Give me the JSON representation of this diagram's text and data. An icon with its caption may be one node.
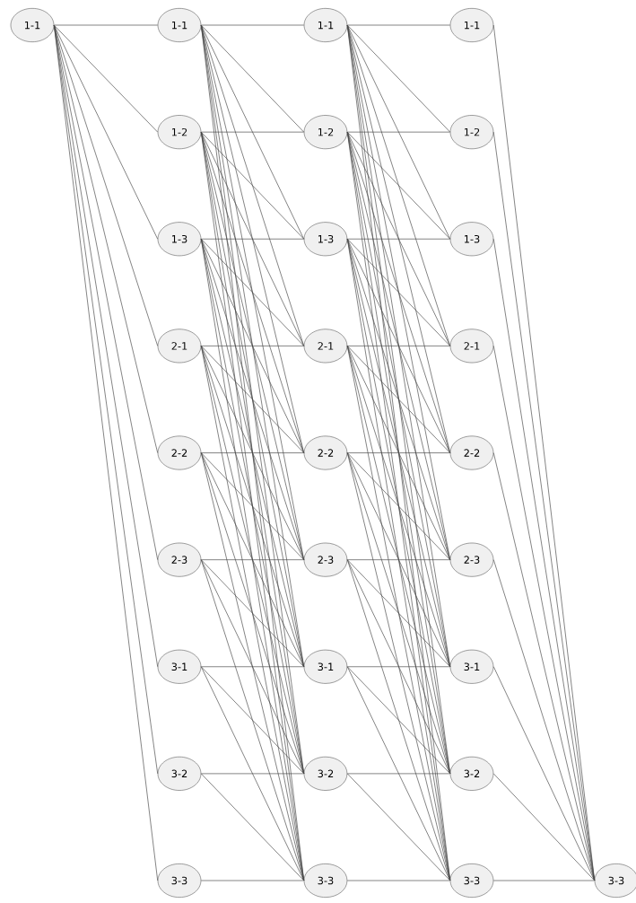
{
  "diagram": {
    "nodes": [
      {
        "text": [
          "1-1"
        ]
      },
      {
        "text": [
          "1-1"
        ]
      },
      {
        "text": [
          "1-2"
        ]
      },
      {
        "text": [
          "1-3"
        ]
      },
      {
        "text": [
          "2-1"
        ]
      },
      {
        "text": [
          "2-2"
        ]
      },
      {
        "text": [
          "2-3"
        ]
      },
      {
        "text": [
          "3-1"
        ]
      },
      {
        "text": [
          "3-2"
        ]
      },
      {
        "text": [
          "3-3"
        ]
      },
      {
        "text": [
          "1-1"
        ]
      },
      {
        "text": [
          "1-2"
        ]
      },
      {
        "text": [
          "1-3"
        ]
      },
      {
        "text": [
          "2-1"
        ]
      },
      {
        "text": [
          "2-2"
        ]
      },
      {
        "text": [
          "2-3"
        ]
      },
      {
        "text": [
          "3-1"
        ]
      },
      {
        "text": [
          "3-2"
        ]
      },
      {
        "text": [
          "3-3"
        ]
      },
      {
        "text": [
          "1-1"
        ]
      },
      {
        "text": [
          "1-2"
        ]
      },
      {
        "text": [
          "1-3"
        ]
      },
      {
        "text": [
          "2-1"
        ]
      },
      {
        "text": [
          "2-2"
        ]
      },
      {
        "text": [
          "2-3"
        ]
      },
      {
        "text": [
          "3-1"
        ]
      },
      {
        "text": [
          "3-2"
        ]
      },
      {
        "text": [
          "3-3"
        ]
      },
      {
        "text": [
          "3-3"
        ]
      }
    ],
    "edges": [
      {
        "from": 0,
        "to": 1,
        "arrow": "none"
      },
      {
        "from": 0,
        "to": 2,
        "arrow": "none"
      },
      {
        "from": 0,
        "to": 3,
        "arrow": "none"
      },
      {
        "from": 0,
        "to": 4,
        "arrow": "none"
      },
      {
        "from": 0,
        "to": 5,
        "arrow": "none"
      },
      {
        "from": 0,
        "to": 6,
        "arrow": "none"
      },
      {
        "from": 0,
        "to": 7,
        "arrow": "none"
      },
      {
        "from": 0,
        "to": 8,
        "arrow": "none"
      },
      {
        "from": 0,
        "to": 9,
        "arrow": "none"
      },
      {
        "from": 1,
        "to": 10,
        "arrow": "none"
      },
      {
        "from": 1,
        "to": 11,
        "arrow": "none"
      },
      {
        "from": 1,
        "to": 12,
        "arrow": "none"
      },
      {
        "from": 1,
        "to": 13,
        "arrow": "none"
      },
      {
        "from": 1,
        "to": 14,
        "arrow": "none"
      },
      {
        "from": 1,
        "to": 15,
        "arrow": "none"
      },
      {
        "from": 1,
        "to": 16,
        "arrow": "none"
      },
      {
        "from": 1,
        "to": 17,
        "arrow": "none"
      },
      {
        "from": 1,
        "to": 18,
        "arrow": "none"
      },
      {
        "from": 2,
        "to": 11,
        "arrow": "none"
      },
      {
        "from": 2,
        "to": 12,
        "arrow": "none"
      },
      {
        "from": 2,
        "to": 13,
        "arrow": "none"
      },
      {
        "from": 2,
        "to": 14,
        "arrow": "none"
      },
      {
        "from": 2,
        "to": 15,
        "arrow": "none"
      },
      {
        "from": 2,
        "to": 16,
        "arrow": "none"
      },
      {
        "from": 2,
        "to": 17,
        "arrow": "none"
      },
      {
        "from": 2,
        "to": 18,
        "arrow": "none"
      },
      {
        "from": 3,
        "to": 12,
        "arrow": "none"
      },
      {
        "from": 3,
        "to": 13,
        "arrow": "none"
      },
      {
        "from": 3,
        "to": 14,
        "arrow": "none"
      },
      {
        "from": 3,
        "to": 15,
        "arrow": "none"
      },
      {
        "from": 3,
        "to": 16,
        "arrow": "none"
      },
      {
        "from": 3,
        "to": 17,
        "arrow": "none"
      },
      {
        "from": 3,
        "to": 18,
        "arrow": "none"
      },
      {
        "from": 4,
        "to": 13,
        "arrow": "none"
      },
      {
        "from": 4,
        "to": 14,
        "arrow": "none"
      },
      {
        "from": 4,
        "to": 15,
        "arrow": "none"
      },
      {
        "from": 4,
        "to": 16,
        "arrow": "none"
      },
      {
        "from": 4,
        "to": 17,
        "arrow": "none"
      },
      {
        "from": 4,
        "to": 18,
        "arrow": "none"
      },
      {
        "from": 5,
        "to": 14,
        "arrow": "none"
      },
      {
        "from": 5,
        "to": 15,
        "arrow": "none"
      },
      {
        "from": 5,
        "to": 16,
        "arrow": "none"
      },
      {
        "from": 5,
        "to": 17,
        "arrow": "none"
      },
      {
        "from": 5,
        "to": 18,
        "arrow": "none"
      },
      {
        "from": 6,
        "to": 15,
        "arrow": "none"
      },
      {
        "from": 6,
        "to": 16,
        "arrow": "none"
      },
      {
        "from": 6,
        "to": 17,
        "arrow": "none"
      },
      {
        "from": 6,
        "to": 18,
        "arrow": "none"
      },
      {
        "from": 7,
        "to": 16,
        "arrow": "none"
      },
      {
        "from": 7,
        "to": 17,
        "arrow": "none"
      },
      {
        "from": 7,
        "to": 18,
        "arrow": "none"
      },
      {
        "from": 8,
        "to": 17,
        "arrow": "none"
      },
      {
        "from": 8,
        "to": 18,
        "arrow": "none"
      },
      {
        "from": 9,
        "to": 18,
        "arrow": "none"
      },
      {
        "from": 10,
        "to": 19,
        "arrow": "none"
      },
      {
        "from": 10,
        "to": 20,
        "arrow": "none"
      },
      {
        "from": 10,
        "to": 21,
        "arrow": "none"
      },
      {
        "from": 10,
        "to": 22,
        "arrow": "none"
      },
      {
        "from": 10,
        "to": 23,
        "arrow": "none"
      },
      {
        "from": 10,
        "to": 24,
        "arrow": "none"
      },
      {
        "from": 10,
        "to": 25,
        "arrow": "none"
      },
      {
        "from": 10,
        "to": 26,
        "arrow": "none"
      },
      {
        "from": 10,
        "to": 27,
        "arrow": "none"
      },
      {
        "from": 11,
        "to": 20,
        "arrow": "none"
      },
      {
        "from": 11,
        "to": 21,
        "arrow": "none"
      },
      {
        "from": 11,
        "to": 22,
        "arrow": "none"
      },
      {
        "from": 11,
        "to": 23,
        "arrow": "none"
      },
      {
        "from": 11,
        "to": 24,
        "arrow": "none"
      },
      {
        "from": 11,
        "to": 25,
        "arrow": "none"
      },
      {
        "from": 11,
        "to": 26,
        "arrow": "none"
      },
      {
        "from": 11,
        "to": 27,
        "arrow": "none"
      },
      {
        "from": 12,
        "to": 21,
        "arrow": "none"
      },
      {
        "from": 12,
        "to": 22,
        "arrow": "none"
      },
      {
        "from": 12,
        "to": 23,
        "arrow": "none"
      },
      {
        "from": 12,
        "to": 24,
        "arrow": "none"
      },
      {
        "from": 12,
        "to": 25,
        "arrow": "none"
      },
      {
        "from": 12,
        "to": 26,
        "arrow": "none"
      },
      {
        "from": 12,
        "to": 27,
        "arrow": "none"
      },
      {
        "from": 13,
        "to": 22,
        "arrow": "none"
      },
      {
        "from": 13,
        "to": 23,
        "arrow": "none"
      },
      {
        "from": 13,
        "to": 24,
        "arrow": "none"
      },
      {
        "from": 13,
        "to": 25,
        "arrow": "none"
      },
      {
        "from": 13,
        "to": 26,
        "arrow": "none"
      },
      {
        "from": 13,
        "to": 27,
        "arrow": "none"
      },
      {
        "from": 14,
        "to": 23,
        "arrow": "none"
      },
      {
        "from": 14,
        "to": 24,
        "arrow": "none"
      },
      {
        "from": 14,
        "to": 25,
        "arrow": "none"
      },
      {
        "from": 14,
        "to": 26,
        "arrow": "none"
      },
      {
        "from": 14,
        "to": 27,
        "arrow": "none"
      },
      {
        "from": 15,
        "to": 24,
        "arrow": "none"
      },
      {
        "from": 15,
        "to": 25,
        "arrow": "none"
      },
      {
        "from": 15,
        "to": 26,
        "arrow": "none"
      },
      {
        "from": 15,
        "to": 27,
        "arrow": "none"
      },
      {
        "from": 16,
        "to": 25,
        "arrow": "none"
      },
      {
        "from": 16,
        "to": 26,
        "arrow": "none"
      },
      {
        "from": 16,
        "to": 27,
        "arrow": "none"
      },
      {
        "from": 17,
        "to": 26,
        "arrow": "none"
      },
      {
        "from": 17,
        "to": 27,
        "arrow": "none"
      },
      {
        "from": 18,
        "to": 27,
        "arrow": "none"
      },
      {
        "from": 19,
        "to": 28,
        "arrow": "none"
      },
      {
        "from": 20,
        "to": 28,
        "arrow": "none"
      },
      {
        "from": 21,
        "to": 28,
        "arrow": "none"
      },
      {
        "from": 22,
        "to": 28,
        "arrow": "none"
      },
      {
        "from": 23,
        "to": 28,
        "arrow": "none"
      },
      {
        "from": 24,
        "to": 28,
        "arrow": "none"
      },
      {
        "from": 25,
        "to": 28,
        "arrow": "none"
      },
      {
        "from": 26,
        "to": 28,
        "arrow": "none"
      },
      {
        "from": 27,
        "to": 28,
        "arrow": "none"
      }
    ]
  }
}
